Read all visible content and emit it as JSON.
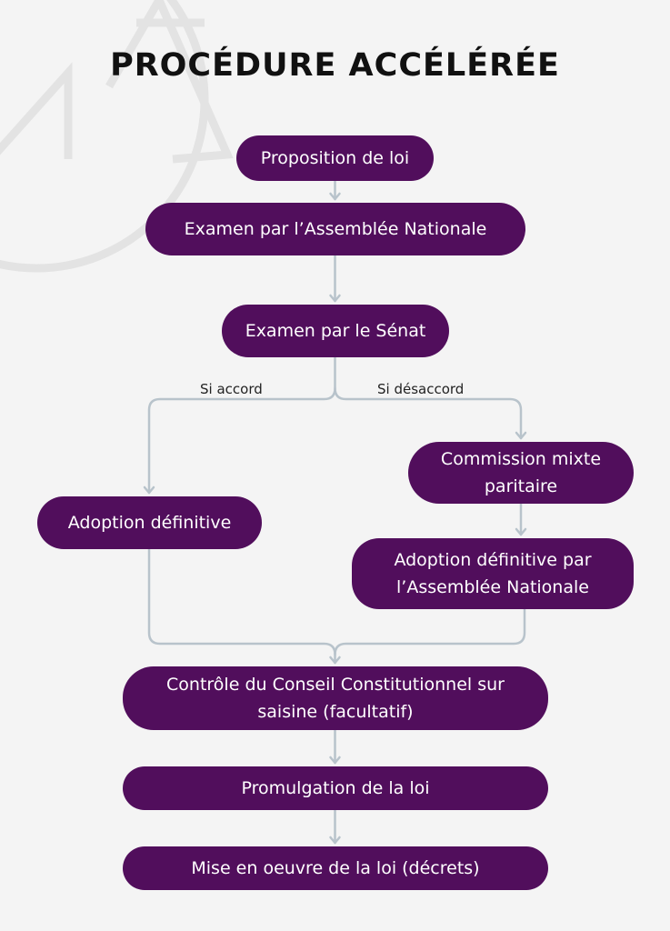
{
  "title": "PROCÉDURE ACCÉLÉRÉE",
  "colors": {
    "node_fill": "#510e5c",
    "node_text": "#ffffff",
    "connector": "#b8c3cb",
    "background": "#f4f4f4",
    "watermark": "#e3e3e3"
  },
  "nodes": {
    "proposition": "Proposition de loi",
    "examen_an": "Examen par l’Assemblée Nationale",
    "examen_senat": "Examen par le Sénat",
    "cmp": "Commission mixte paritaire",
    "adoption_definitive": "Adoption définitive",
    "adoption_an": "Adoption définitive par l’Assemblée Nationale",
    "controle": "Contrôle du Conseil Constitutionnel sur saisine (facultatif)",
    "promulgation": "Promulgation de la loi",
    "mise_en_oeuvre": "Mise en oeuvre de la loi (décrets)"
  },
  "branches": {
    "accord": "Si accord",
    "desaccord": "Si désaccord"
  }
}
